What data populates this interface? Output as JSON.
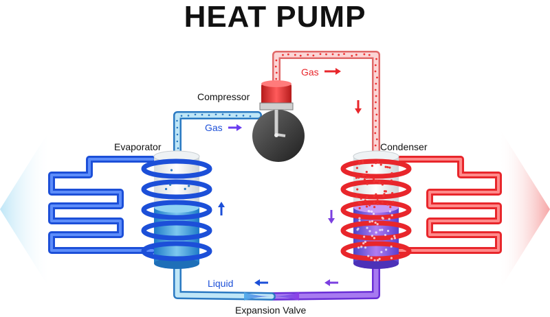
{
  "title": "HEAT PUMP",
  "labels": {
    "compressor": "Compressor",
    "evaporator": "Evaporator",
    "condenser": "Condenser",
    "expansion_valve": "Expansion Valve",
    "gas_hot": "Gas",
    "gas_cold": "Gas",
    "liquid": "Liquid"
  },
  "colors": {
    "hot": "#e8262b",
    "hot_light": "#f7a3a3",
    "cold": "#1c4fd8",
    "cold_light": "#a9dcf5",
    "mixed": "#7b3fe0",
    "body": "#3a3a3a"
  }
}
